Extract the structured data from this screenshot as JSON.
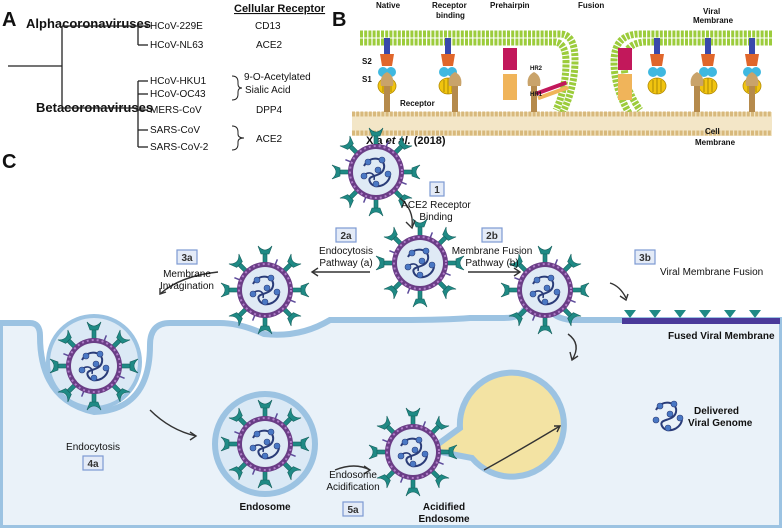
{
  "panel_a": {
    "label": "A",
    "groups": {
      "alpha": "Alphacoronaviruses",
      "beta": "Betacoronaviruses"
    },
    "receptor_header": "Cellular Receptor",
    "viruses": [
      "HCoV-229E",
      "HCoV-NL63",
      "HCoV-HKU1",
      "HCoV-OC43",
      "MERS-CoV",
      "SARS-CoV",
      "SARS-CoV-2"
    ],
    "receptors": [
      "CD13",
      "ACE2",
      "9-O-Acetylated",
      "Sialic Acid",
      "DPP4",
      "ACE2"
    ]
  },
  "panel_b": {
    "label": "B",
    "stages": [
      "Native",
      "Receptor",
      "binding",
      "Prehairpin",
      "Fusion"
    ],
    "viral_membrane": [
      "Viral",
      "Membrane"
    ],
    "cell_membrane": [
      "Cell",
      "Membrane"
    ],
    "parts": {
      "s2": "S2",
      "s1": "S1",
      "receptor": "Receptor",
      "hr2": "HR2",
      "hr1": "HR1"
    },
    "citation": {
      "author": "Xia ",
      "etal": "et al.",
      "year": " (2018)"
    }
  },
  "panel_c": {
    "label": "C",
    "steps": [
      {
        "num": "1",
        "line1": "ACE2 Receptor",
        "line2": "Binding"
      },
      {
        "num": "2a",
        "line1": "Endocytosis",
        "line2": "Pathway (a)"
      },
      {
        "num": "2b",
        "line1": "Membrane Fusion",
        "line2": "Pathway (b)"
      },
      {
        "num": "3a",
        "line1": "Membrane",
        "line2": "Invagination"
      },
      {
        "num": "3b",
        "line1": "Viral Membrane Fusion",
        "line2": ""
      },
      {
        "num": "4a",
        "line1": "Endocytosis",
        "line2": ""
      },
      {
        "num": "5a",
        "line1": "Endosome",
        "line2": "Acidification"
      }
    ],
    "labels": {
      "fused": "Fused Viral Membrane",
      "delivered1": "Delivered",
      "delivered2": "Viral Genome",
      "endosome": "Endosome",
      "acidified1": "Acidified",
      "acidified2": "Endosome"
    }
  },
  "colors": {
    "viral_envelope": "#6a3d86",
    "spike": "#1f8a85",
    "membrane_fill": "#d7e8f6",
    "membrane_line": "#8db7d8",
    "lipid_green": "#9ccc3c",
    "acid_fill": "#f3e3a3",
    "rna": "#2a3c78"
  }
}
